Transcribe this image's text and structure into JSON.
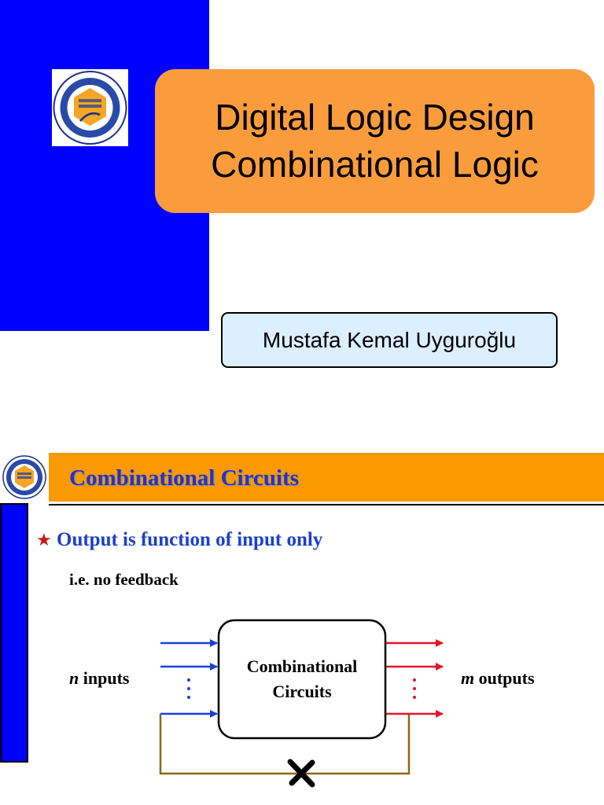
{
  "slide1": {
    "title_line1": "Digital Logic Design",
    "title_line2": "Combinational Logic",
    "author": "Mustafa Kemal Uyguroğlu",
    "colors": {
      "panel": "#0000ff",
      "title_box": "#fb9c3c",
      "author_box": "#dcefff"
    }
  },
  "slide2": {
    "header_title": "Combinational Circuits",
    "bullet": "Output is function of input only",
    "sub_bullet": "i.e. no feedback",
    "diagram": {
      "box_line1": "Combinational",
      "box_line2": "Circuits",
      "inputs_var": "n",
      "inputs_label": " inputs",
      "outputs_var": "m",
      "outputs_label": " outputs",
      "input_arrow_color": "#1a3fd8",
      "output_arrow_color": "#e8142a",
      "feedback_line_color": "#8b6914"
    },
    "colors": {
      "header_bar": "#fb9900",
      "title_text": "#2233cc",
      "star": "#c81a1a"
    },
    "icons": {
      "star": "star-icon",
      "logo": "university-logo",
      "cross": "cross-icon"
    }
  }
}
